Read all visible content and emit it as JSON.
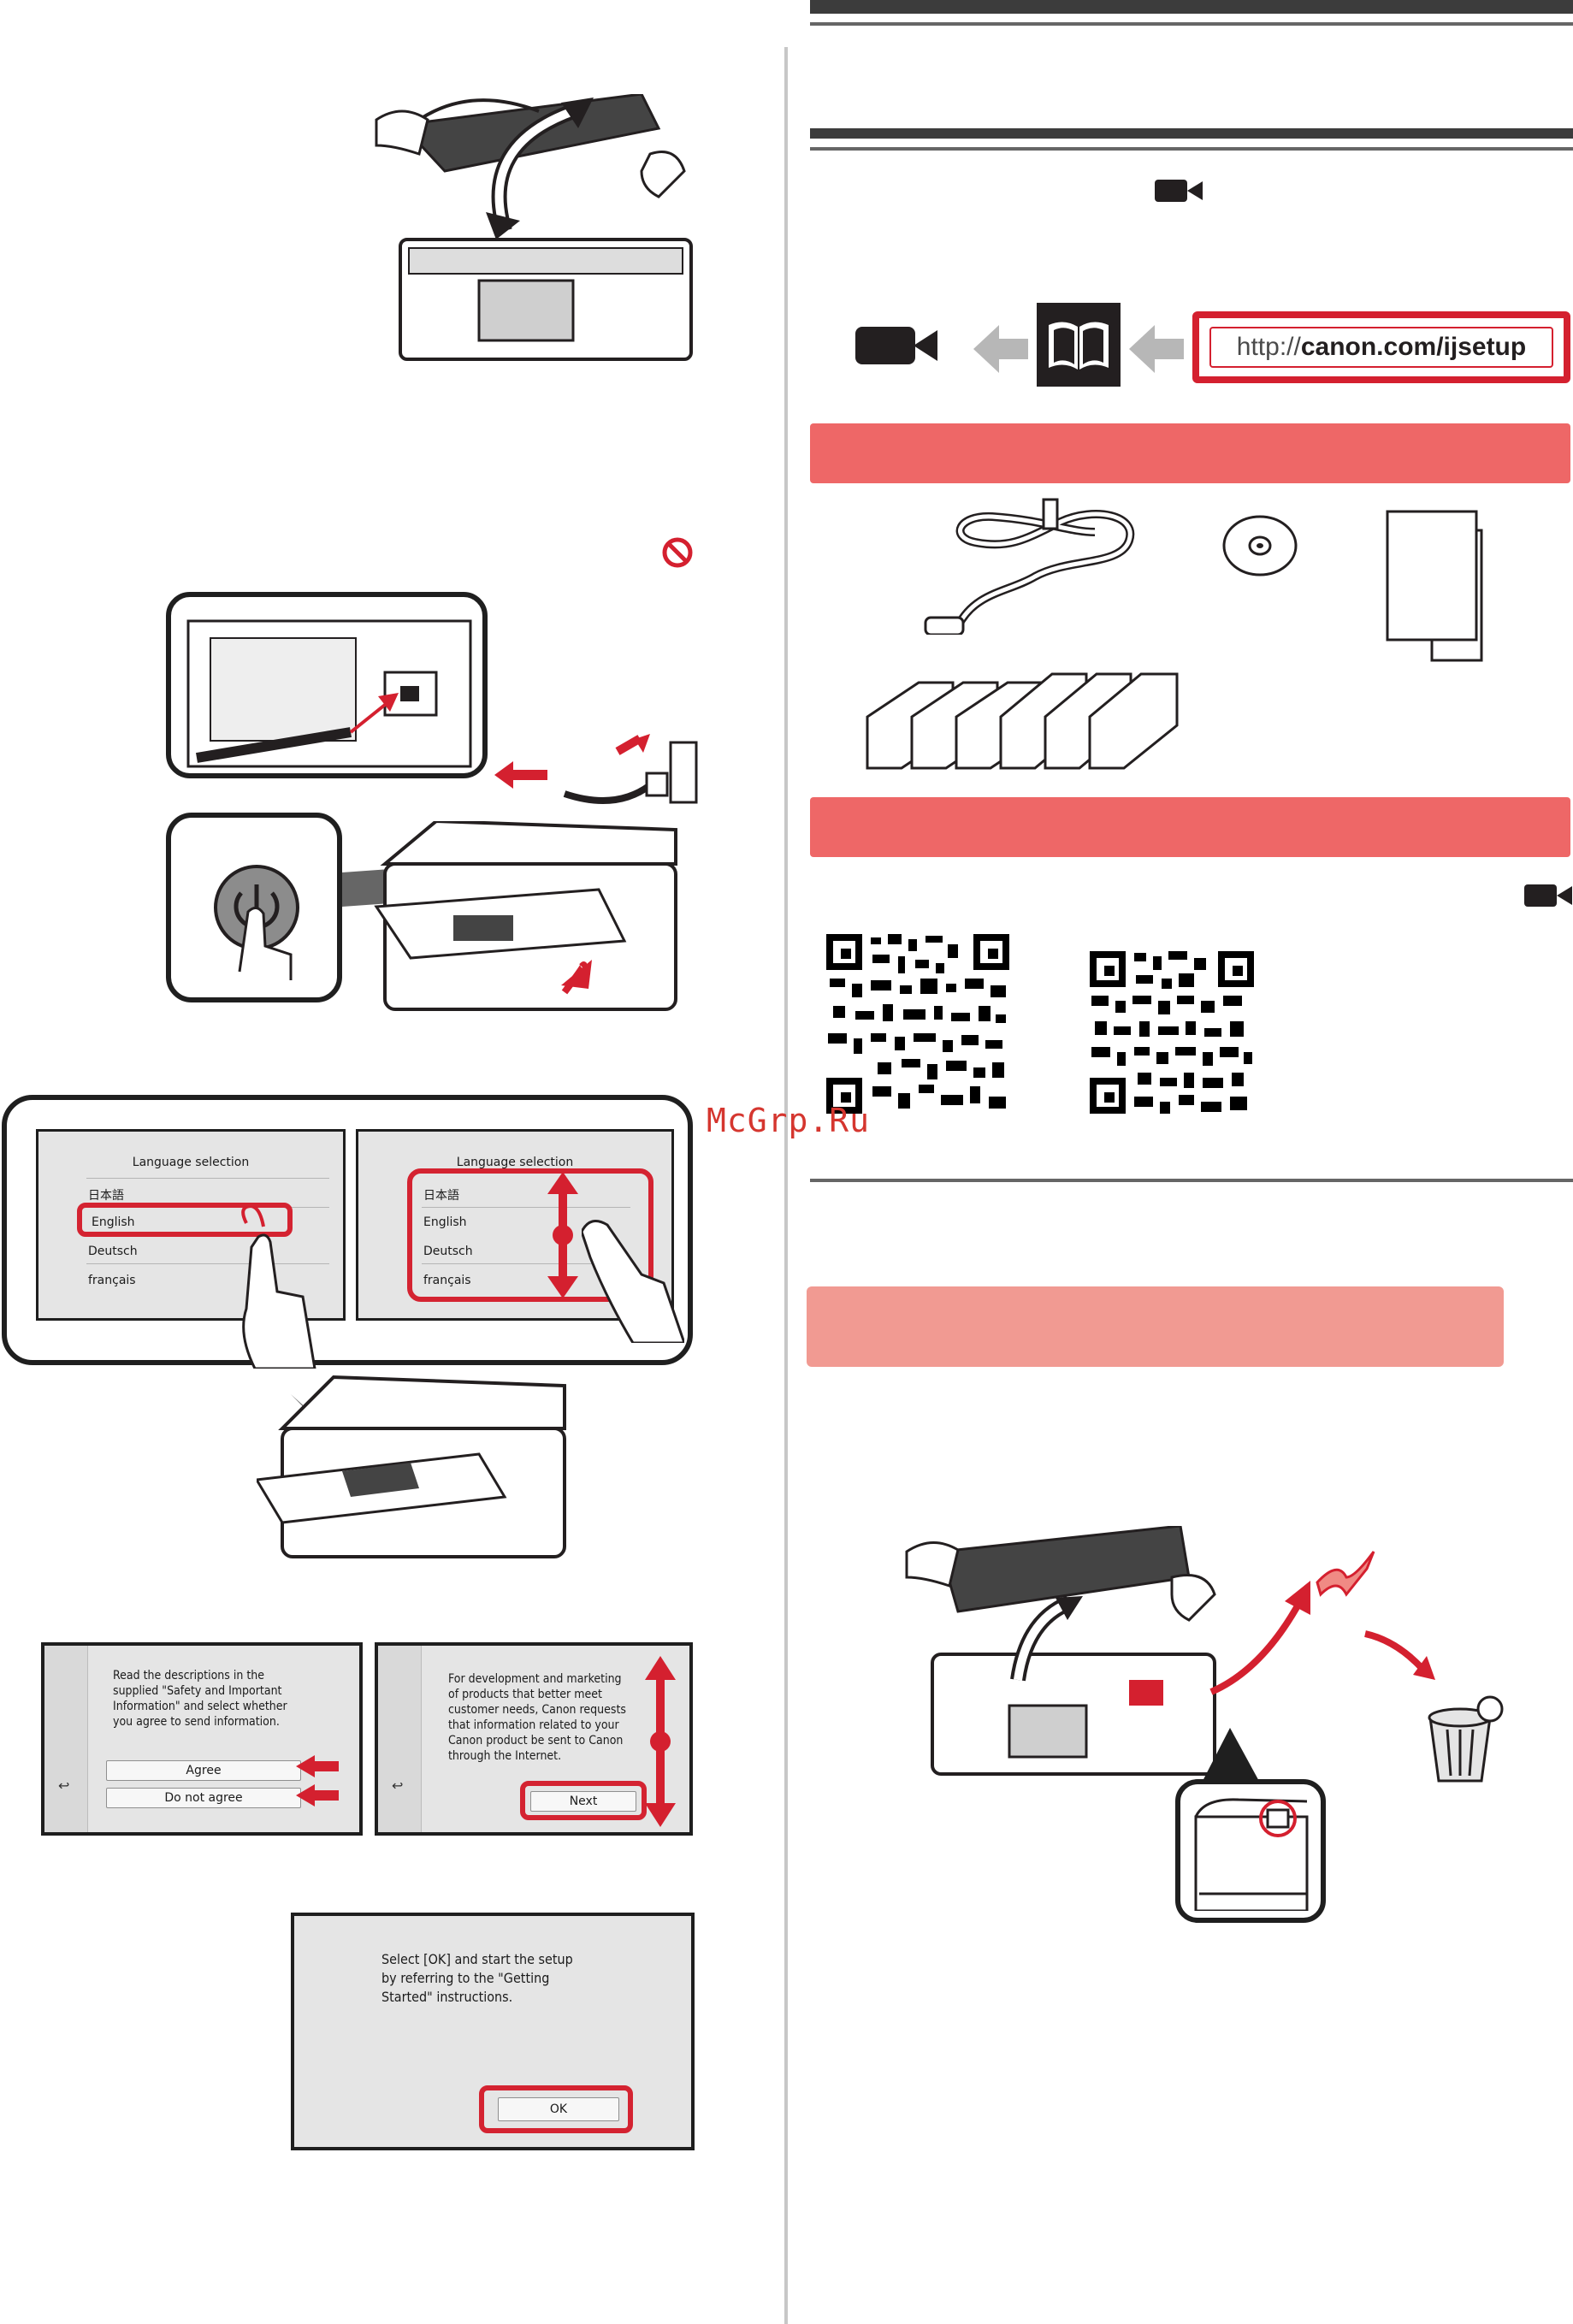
{
  "url_box": {
    "prefix": "http://",
    "domain": "canon.com/ijsetup"
  },
  "watermark": "McGrp.Ru",
  "language_screen": {
    "title": "Language selection",
    "items": [
      "日本語",
      "English",
      "Deutsch",
      "français"
    ]
  },
  "info_screen": {
    "text": "Read the descriptions in the\nsupplied \"Safety and Important\nInformation\" and select whether\nyou agree to send information.",
    "agree_label": "Agree",
    "disagree_label": "Do not agree",
    "back_glyph": "↩"
  },
  "dev_screen": {
    "text": "For development and marketing\nof products that better meet\ncustomer needs, Canon requests\nthat information related to your\nCanon product be sent to Canon\nthrough the Internet.",
    "next_label": "Next",
    "back_glyph": "↩"
  },
  "ok_screen": {
    "text": "Select [OK] and start the setup\nby referring to the \"Getting\nStarted\" instructions.",
    "ok_label": "OK"
  },
  "icons": {
    "video": "video-camera-icon",
    "manual": "open-book-icon",
    "prohibited": "no-entry-icon",
    "power": "power-icon",
    "disc": "disc-icon",
    "trash": "trash-bin-icon"
  },
  "colors": {
    "accent_red": "#d4202f",
    "section_pink": "#ee6767",
    "section_light_pink": "#f19a92"
  }
}
